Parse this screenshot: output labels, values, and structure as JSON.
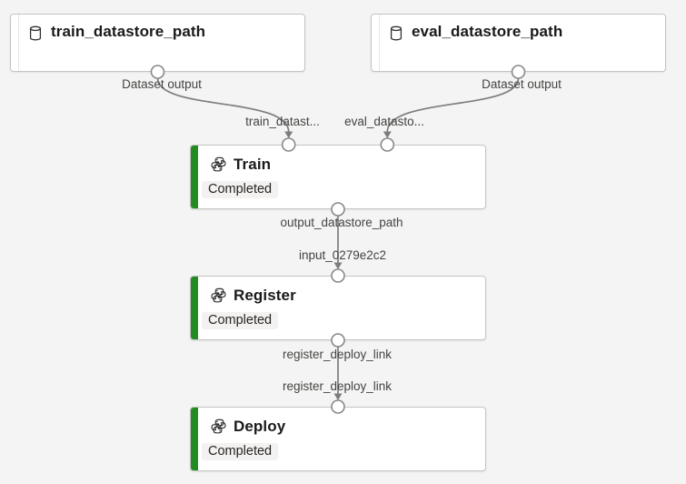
{
  "canvas": {
    "background": "#f4f4f4"
  },
  "colors": {
    "node_border": "#c6c4c2",
    "status_bar_green": "#228B22",
    "edge": "#7f7d7b",
    "badge_bg": "#f3f2f1",
    "label_text": "#454442",
    "title_text": "#1b1a19"
  },
  "nodes": {
    "dataset_train": {
      "title": "train_datastore_path",
      "icon": "database-icon"
    },
    "dataset_eval": {
      "title": "eval_datastore_path",
      "icon": "database-icon"
    },
    "train": {
      "title": "Train",
      "status": "Completed",
      "icon": "python-icon"
    },
    "register": {
      "title": "Register",
      "status": "Completed",
      "icon": "python-icon"
    },
    "deploy": {
      "title": "Deploy",
      "status": "Completed",
      "icon": "python-icon"
    }
  },
  "edge_labels": {
    "dataset_train_output": "Dataset output",
    "dataset_eval_output": "Dataset output",
    "train_input_left": "train_datast...",
    "train_input_right": "eval_datasto...",
    "train_output": "output_datastore_path",
    "register_input": "input_0279e2c2",
    "register_output": "register_deploy_link",
    "deploy_input": "register_deploy_link"
  }
}
